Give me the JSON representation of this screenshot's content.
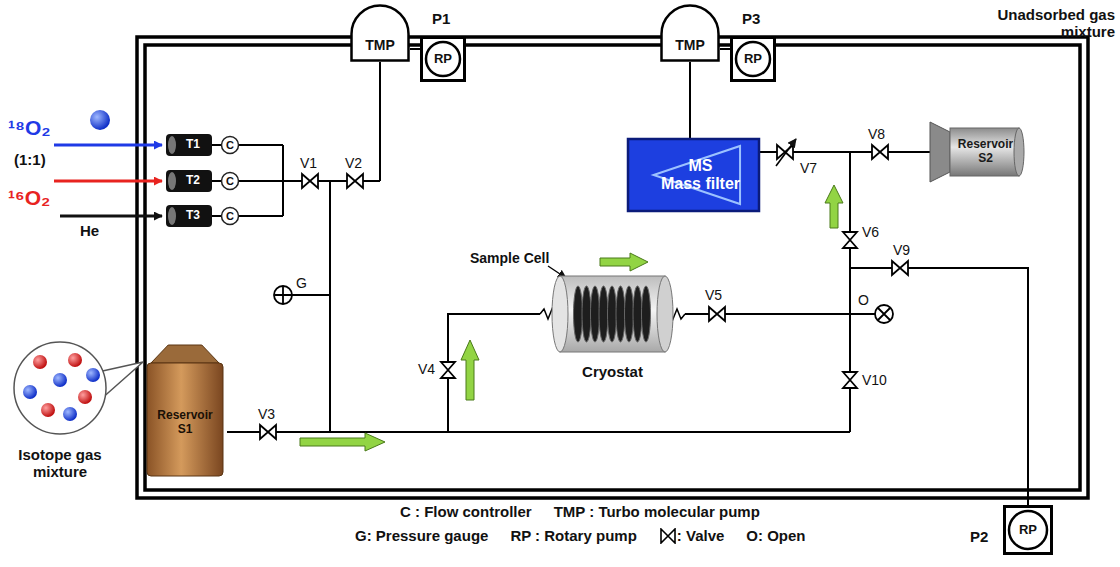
{
  "diagram": {
    "nodes": [
      {
        "text": [
          "TMP"
        ]
      },
      {
        "text": [
          "RP"
        ]
      },
      {
        "text": [
          "TMP"
        ]
      },
      {
        "text": [
          "RP"
        ]
      },
      {
        "text": [
          "T1"
        ]
      },
      {
        "text": [
          "C"
        ]
      },
      {
        "text": [
          "T2"
        ]
      },
      {
        "text": [
          "C"
        ]
      },
      {
        "text": [
          "T3"
        ]
      },
      {
        "text": [
          "C"
        ]
      },
      {
        "text": [
          "MS",
          "Mass filter"
        ]
      },
      {
        "text": [
          "Reservoir S2"
        ]
      },
      {
        "text": [
          "Cryostat"
        ]
      },
      {
        "text": [
          "Reservoir S1"
        ]
      },
      {
        "text": [
          "RP"
        ]
      }
    ],
    "edges": [
      {
        "from": 0,
        "to": 1,
        "arrow": "none"
      },
      {
        "from": 2,
        "to": 3,
        "arrow": "none"
      },
      {
        "from": 2,
        "to": 10,
        "arrow": "none"
      },
      {
        "from": 4,
        "to": 5,
        "arrow": "none"
      },
      {
        "from": 6,
        "to": 7,
        "arrow": "none"
      },
      {
        "from": 8,
        "to": 9,
        "arrow": "none"
      }
    ],
    "labels": [
      "¹⁸O₂",
      "(1:1)",
      "¹⁶O₂",
      "He",
      "P1",
      "P3",
      "Unadsorbed gas mixture",
      "V1",
      "V2",
      "G",
      "Sample Cell",
      "V7",
      "V8",
      "V6",
      "V9",
      "O",
      "V4",
      "V5",
      "V10",
      "V3",
      "P2",
      "Isotope gas mixture"
    ],
    "legend": [
      {
        "text": "C : Flow controller"
      },
      {
        "text": "TMP : Turbo molecular pump"
      },
      {
        "text": "G: Pressure gauge"
      },
      {
        "text": "RP : Rotary pump"
      },
      {
        "text": ": Valve"
      },
      {
        "text": "O: Open"
      }
    ]
  }
}
